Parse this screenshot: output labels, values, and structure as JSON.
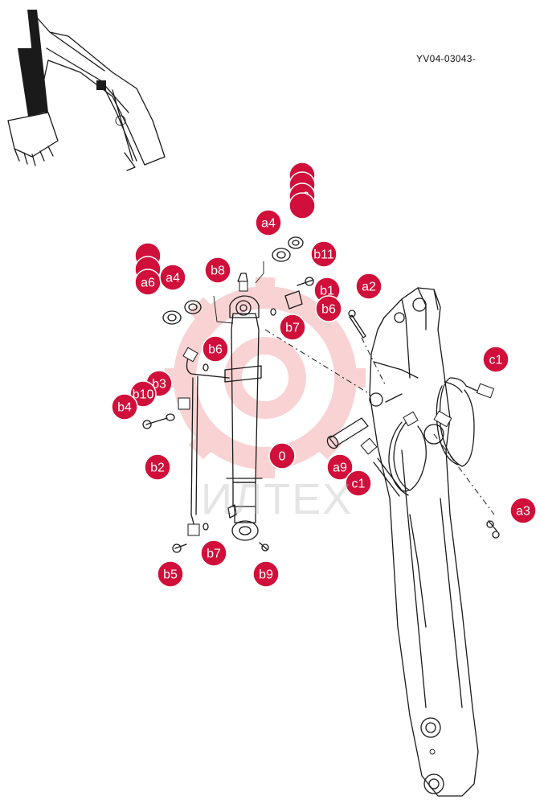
{
  "drawing_code": "YV04-03043-",
  "watermark": "ИЛТЕХ",
  "callouts": [
    {
      "id": "a6-1",
      "label": ""
    },
    {
      "id": "a6-2",
      "label": ""
    },
    {
      "id": "a6-3",
      "label": "a6"
    },
    {
      "id": "a6-4",
      "label": ""
    },
    {
      "id": "a4-1",
      "label": "a4"
    },
    {
      "id": "b11",
      "label": "b11"
    },
    {
      "id": "b1",
      "label": "b1"
    },
    {
      "id": "b6-1",
      "label": "b6"
    },
    {
      "id": "a2",
      "label": "a2"
    },
    {
      "id": "b7-1",
      "label": "b7"
    },
    {
      "id": "b8",
      "label": "b8"
    },
    {
      "id": "a6-5",
      "label": ""
    },
    {
      "id": "a6-6",
      "label": ""
    },
    {
      "id": "a6-7",
      "label": "a6"
    },
    {
      "id": "a4-2",
      "label": "a4"
    },
    {
      "id": "b6-2",
      "label": "b6"
    },
    {
      "id": "c1-1",
      "label": "c1"
    },
    {
      "id": "b3",
      "label": "b3"
    },
    {
      "id": "b10",
      "label": "b10"
    },
    {
      "id": "b4",
      "label": "b4"
    },
    {
      "id": "part-0",
      "label": "0"
    },
    {
      "id": "b2",
      "label": "b2"
    },
    {
      "id": "a9",
      "label": "a9"
    },
    {
      "id": "c1-2",
      "label": "c1"
    },
    {
      "id": "a3",
      "label": "a3"
    },
    {
      "id": "b7-2",
      "label": "b7"
    },
    {
      "id": "b5",
      "label": "b5"
    },
    {
      "id": "b9",
      "label": "b9"
    }
  ],
  "colors": {
    "callout_fill": "#d0103a",
    "callout_stroke": "#ffffff",
    "line": "#1a1a1a",
    "watermark_gear": "#f3b9b9"
  }
}
